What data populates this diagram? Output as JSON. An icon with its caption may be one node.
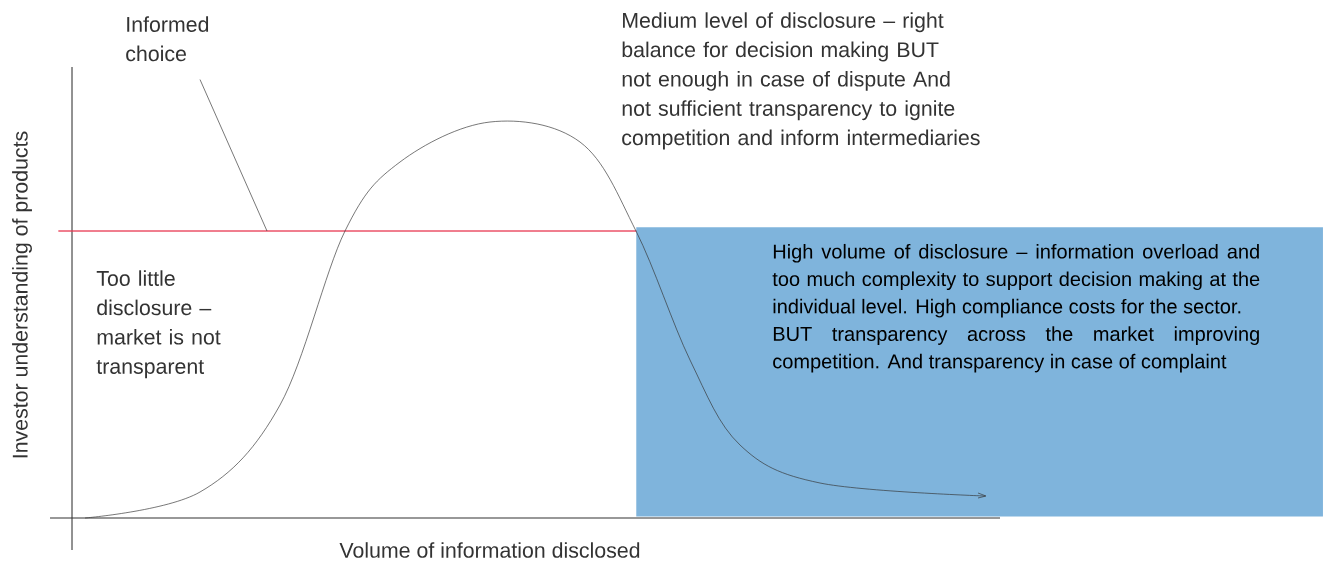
{
  "diagram": {
    "nodes": [
      {
        "text": [
          "Informed choice"
        ]
      },
      {
        "text": [],
        "shape": "line"
      },
      {
        "text": [
          "Medium level of disclosure – right balance for decision making BUT not enough in case of dispute And not sufficient transparency to ignite competition and inform intermediaries"
        ]
      },
      {
        "text": [
          "Too little disclosure – market is not transparent"
        ]
      },
      {
        "text": [
          "High volume of disclosure – information overload and too much complexity to support decision making at the individual level. High compliance costs for the sector.",
          "BUT transparency across the market improving competition. And transparency in case of complaint"
        ]
      }
    ],
    "edges": [
      {
        "from": 0,
        "to": 1,
        "arrow": "none"
      }
    ],
    "labels": [
      "Investor understanding of products",
      "Volume of information disclosed"
    ]
  }
}
